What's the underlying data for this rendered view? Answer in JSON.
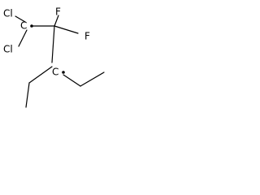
{
  "atoms": {
    "cl_top": "Cl",
    "cl_bottom": "Cl",
    "c1": "C",
    "f_left": "F",
    "f_right": "F",
    "c3": "C"
  }
}
